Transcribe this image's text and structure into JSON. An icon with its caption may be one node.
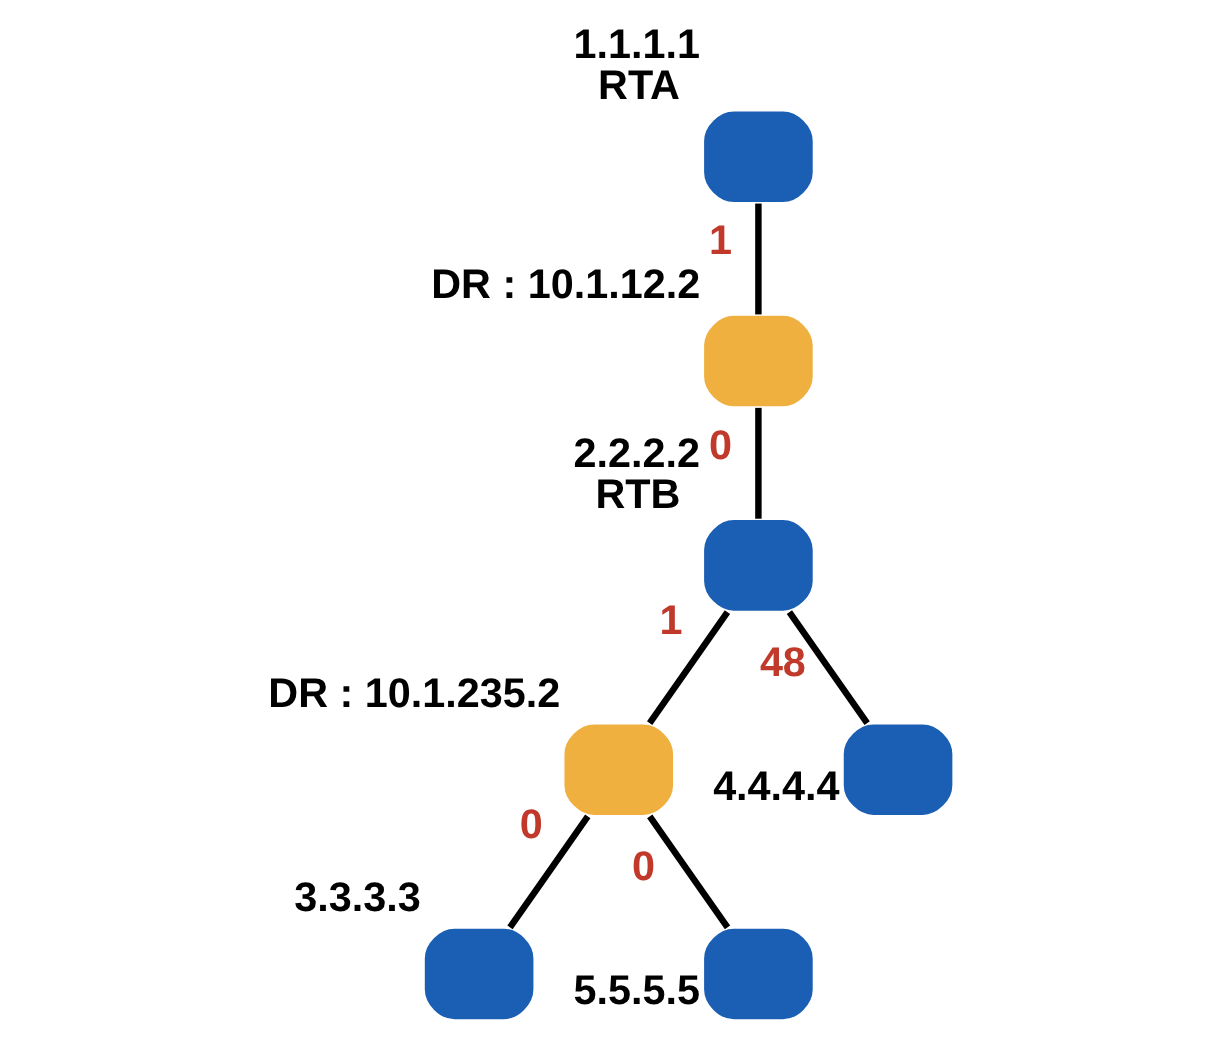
{
  "diagram": {
    "nodes": [
      {
        "text": [],
        "shape": "box",
        "beside": [
          "1.1.1.1",
          "RTA"
        ]
      },
      {
        "text": [],
        "shape": "box",
        "beside": [
          "DR : 10.1.12.2"
        ]
      },
      {
        "text": [],
        "shape": "box",
        "beside": [
          "2.2.2.2",
          "RTB"
        ]
      },
      {
        "text": [],
        "shape": "box",
        "beside": [
          "DR : 10.1.235.2"
        ]
      },
      {
        "text": [],
        "shape": "box",
        "beside": [
          "4.4.4.4"
        ]
      },
      {
        "text": [],
        "shape": "box",
        "beside": [
          "3.3.3.3"
        ]
      },
      {
        "text": [],
        "shape": "box",
        "beside": [
          "5.5.5.5"
        ]
      }
    ],
    "edges": [
      {
        "from": 0,
        "to": 1,
        "arrow": "none",
        "label": "1"
      },
      {
        "from": 1,
        "to": 2,
        "arrow": "none",
        "label": "0"
      },
      {
        "from": 2,
        "to": 3,
        "arrow": "none",
        "label": "1"
      },
      {
        "from": 2,
        "to": 4,
        "arrow": "none",
        "label": "48"
      },
      {
        "from": 3,
        "to": 5,
        "arrow": "none",
        "label": "0"
      },
      {
        "from": 3,
        "to": 6,
        "arrow": "none",
        "label": "0"
      }
    ]
  }
}
